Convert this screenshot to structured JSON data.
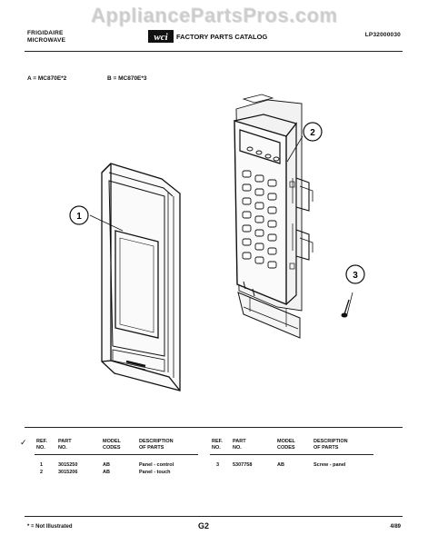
{
  "watermark": "AppliancePartsPros.com",
  "header": {
    "brand_line1": "FRIGIDAIRE",
    "brand_line2": "MICROWAVE",
    "catalog_title": "FACTORY PARTS CATALOG",
    "catalog_number": "LP32000030"
  },
  "models": {
    "a": "A = MC870E*2",
    "b": "B = MC870E*3"
  },
  "callouts": [
    "1",
    "2",
    "3"
  ],
  "table": {
    "headers": {
      "ref_no": [
        "REF.",
        "NO."
      ],
      "part_no": [
        "PART",
        "NO."
      ],
      "model_codes": [
        "MODEL",
        "CODES"
      ],
      "description": [
        "DESCRIPTION",
        "OF PARTS"
      ]
    },
    "left_rows": [
      {
        "ref": "1",
        "part": "3015250",
        "codes": "AB",
        "desc": "Panel - control"
      },
      {
        "ref": "2",
        "part": "3015206",
        "codes": "AB",
        "desc": "Panel - touch"
      }
    ],
    "right_rows": [
      {
        "ref": "3",
        "part": "5307758",
        "codes": "AB",
        "desc": "Screw - panel"
      }
    ]
  },
  "footer": {
    "note": "* = Not Illustrated",
    "page_code": "G2",
    "date": "4/89"
  }
}
